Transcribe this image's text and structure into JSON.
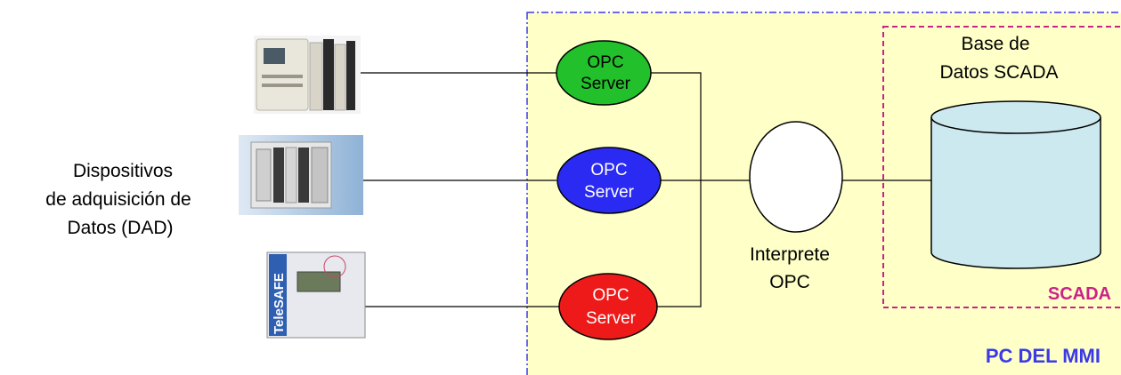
{
  "left_label": {
    "lines": [
      "Dispositivos",
      "de adquisición de",
      "Datos (DAD)"
    ]
  },
  "devices": [
    {
      "kind": "plc-modular-device"
    },
    {
      "kind": "plc-rack-device"
    },
    {
      "kind": "telesafe-device",
      "label": "TeleSAFE"
    }
  ],
  "opc_servers": [
    {
      "lines": [
        "OPC",
        "Server"
      ],
      "color": "#22c02a"
    },
    {
      "lines": [
        "OPC",
        "Server"
      ],
      "color": "#2a2af2"
    },
    {
      "lines": [
        "OPC",
        "Server"
      ],
      "color": "#ee1a1a"
    }
  ],
  "interpreter": {
    "lines": [
      "Interprete",
      "OPC"
    ]
  },
  "database": {
    "lines": [
      "Base de",
      "Datos SCADA"
    ],
    "color": "#cde9f0"
  },
  "scada_box": {
    "label": "SCADA",
    "color": "#cc2288"
  },
  "pc_box": {
    "label": "PC DEL MMI",
    "color": "#3a3ae8",
    "fill": "#ffffc8"
  }
}
